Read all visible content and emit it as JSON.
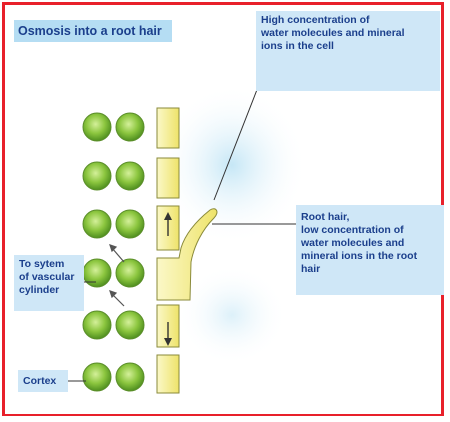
{
  "title": "Osmosis into a root hair",
  "labels": {
    "cell": [
      "High concentration of",
      "water molecules and mineral",
      "ions in the cell"
    ],
    "root_hair": [
      "Root hair,",
      "low concentration of",
      "water molecules and",
      "mineral ions in the root hair"
    ],
    "vascular": [
      "To sytem",
      "of vascular",
      "cylinder"
    ],
    "cortex": "Cortex"
  },
  "colors": {
    "border": "#e8202a",
    "label_bg": "#cfe7f7",
    "title_bg": "#b5ddf3",
    "text": "#1b3f8c",
    "cell_green": "#8cc63f",
    "epidermis_yellow": "#f4ef9a"
  },
  "icons": {
    "up_arrow": "arrow-up-icon",
    "down_arrow": "arrow-down-icon"
  }
}
